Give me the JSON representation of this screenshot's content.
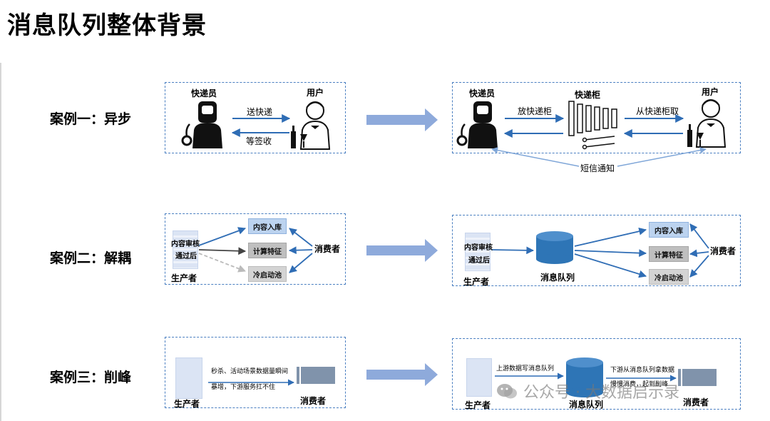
{
  "page_title": "消息队列整体背景",
  "cases": [
    {
      "label": "案例一：异步"
    },
    {
      "label": "案例二：解耦"
    },
    {
      "label": "案例三：削峰"
    }
  ],
  "case1": {
    "left": {
      "courier": "快递员",
      "user": "用户",
      "send_label": "送快递",
      "wait_label": "等签收"
    },
    "right": {
      "courier": "快递员",
      "locker": "快递柜",
      "user": "用户",
      "put_label": "放快递柜",
      "take_label": "从快递柜取",
      "sms_label": "短信通知"
    }
  },
  "case2": {
    "left": {
      "source_line1": "内容审核",
      "source_line2": "通过后",
      "producer": "生产者",
      "consumer": "消费者",
      "targets": [
        "内容入库",
        "计算特征",
        "冷启动池"
      ]
    },
    "right": {
      "source_line1": "内容审核",
      "source_line2": "通过后",
      "producer": "生产者",
      "queue": "消息队列",
      "consumer": "消费者",
      "targets": [
        "内容入库",
        "计算特征",
        "冷启动池"
      ]
    }
  },
  "case3": {
    "left": {
      "desc_line1": "秒杀、活动场景数据量瞬间",
      "desc_line2": "暴增，下游服务扛不住",
      "producer": "生产者",
      "consumer": "消费者"
    },
    "right": {
      "upstream_label": "上游数据写消息队列",
      "downstream_line1": "下游从消息队列拿数据",
      "downstream_line2": "慢慢消费，起到削峰",
      "producer": "生产者",
      "queue": "消息队列",
      "consumer": "消费者"
    }
  },
  "watermark": "公众号 · 大数据启示录",
  "colors": {
    "panel_border": "#4a7fc1",
    "arrow_blue": "#2f6db5",
    "big_arrow": "#8eaadb",
    "queue_blue": "#2e75b6",
    "target_blue": "#bcd3ef",
    "target_gray": "#bfbfbf"
  }
}
